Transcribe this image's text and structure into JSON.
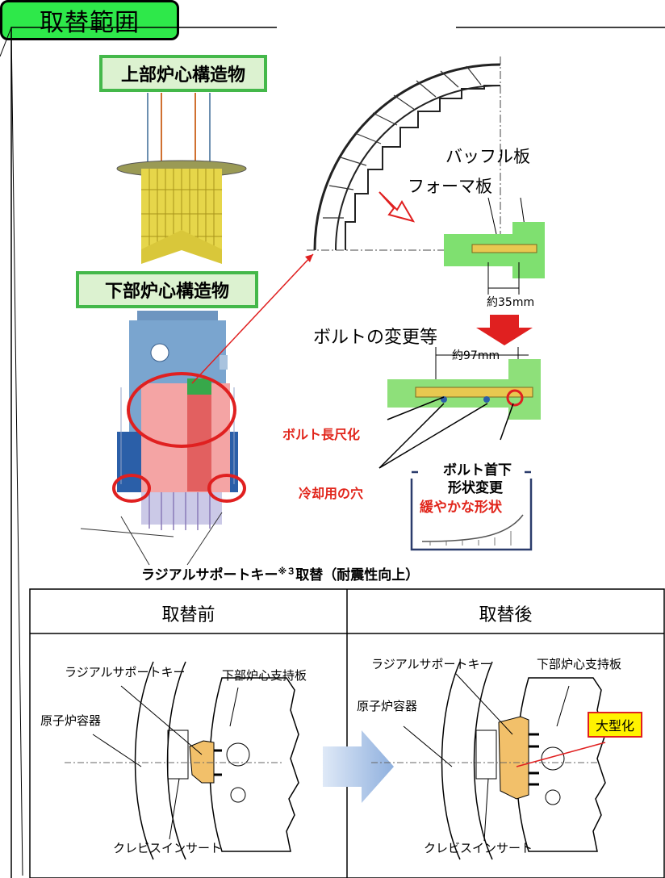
{
  "title": "取替範囲",
  "upper_label": "上部炉心構造物",
  "lower_label": "下部炉心構造物",
  "detail": {
    "baffle_plate": "バッフル板",
    "former_plate": "フォーマ板",
    "dim_before": "約35mm",
    "bolt_change": "ボルトの変更等",
    "dim_after": "約97mm",
    "bolt_longer": "ボルト長尺化",
    "cooling_hole": "冷却用の穴",
    "neck_change_1": "ボルト首下",
    "neck_change_2": "形状変更",
    "gentle_shape": "緩やかな形状"
  },
  "caption": "ラジアルサポートキー",
  "caption_note": "※３",
  "caption_tail": "取替（耐震性向上）",
  "table": {
    "before_header": "取替前",
    "after_header": "取替後",
    "before": {
      "key": "ラジアルサポートキー",
      "plate": "下部炉心支持板",
      "vessel": "原子炉容器",
      "clevis": "クレビスインサート"
    },
    "after": {
      "key": "ラジアルサポートキー",
      "plate": "下部炉心支持板",
      "vessel": "原子炉容器",
      "clevis": "クレビスインサート",
      "enlarged": "大型化"
    }
  },
  "colors": {
    "title_bg": "#2ee84a",
    "label_bg": "#dcf2d0",
    "label_border": "#44b84a",
    "accent_red": "#e1251b",
    "highlight_yellow": "#fff200"
  }
}
